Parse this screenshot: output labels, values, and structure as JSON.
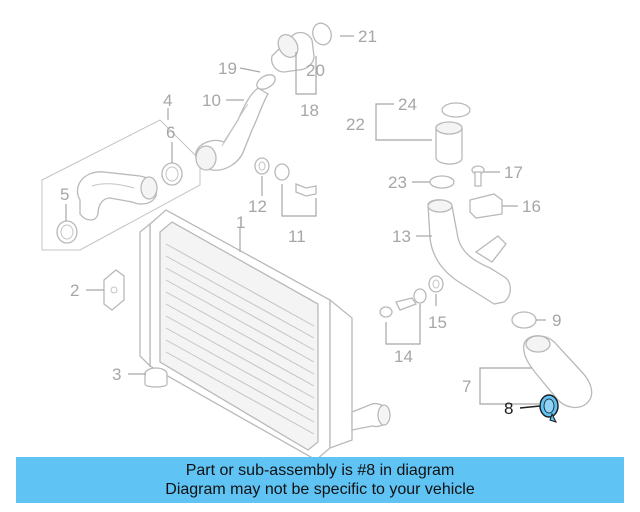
{
  "callouts": {
    "c1": "1",
    "c2": "2",
    "c3": "3",
    "c4": "4",
    "c5": "5",
    "c6": "6",
    "c7": "7",
    "c8": "8",
    "c9": "9",
    "c10": "10",
    "c11": "11",
    "c12": "12",
    "c13": "13",
    "c14": "14",
    "c15": "15",
    "c16": "16",
    "c17": "17",
    "c18": "18",
    "c19": "19",
    "c20": "20",
    "c21": "21",
    "c22": "22",
    "c23": "23",
    "c24": "24"
  },
  "highlighted_part": "8",
  "colors": {
    "banner": "#5fc3f4",
    "highlight_part": "#5fc3f4",
    "callout_gray": "#a6a6a6"
  },
  "banner": {
    "line1": "Part or sub-assembly is #8 in diagram",
    "line2": "Diagram may not be specific to your vehicle"
  }
}
